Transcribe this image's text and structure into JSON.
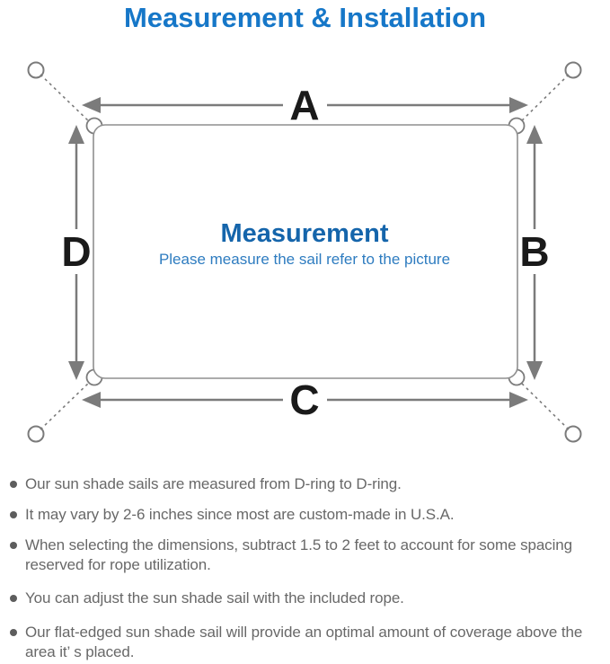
{
  "page": {
    "title": "Measurement & Installation"
  },
  "diagram": {
    "label_top": "A",
    "label_right": "B",
    "label_bottom": "C",
    "label_left": "D",
    "center_heading": "Measurement",
    "center_subtitle": "Please measure the sail refer to the picture"
  },
  "bullets": [
    "Our sun shade sails are measured from D-ring to D-ring.",
    "It may vary by 2-6 inches since most are custom-made in U.S.A.",
    "When selecting the dimensions, subtract 1.5 to 2 feet to account for some spacing reserved for rope utilization.",
    "You can adjust the sun shade sail with the included rope.",
    "Our flat-edged sun shade sail will provide an optimal amount of coverage above the area it’ s placed."
  ],
  "colors": {
    "title_blue": "#1677c8",
    "heading_blue": "#1565ab",
    "subtitle_blue": "#2e7cc0",
    "line_gray": "#7b7b7b",
    "border_gray": "#8f8f8f",
    "label_black": "#1a1a1a",
    "bullet_text_gray": "#686868"
  }
}
